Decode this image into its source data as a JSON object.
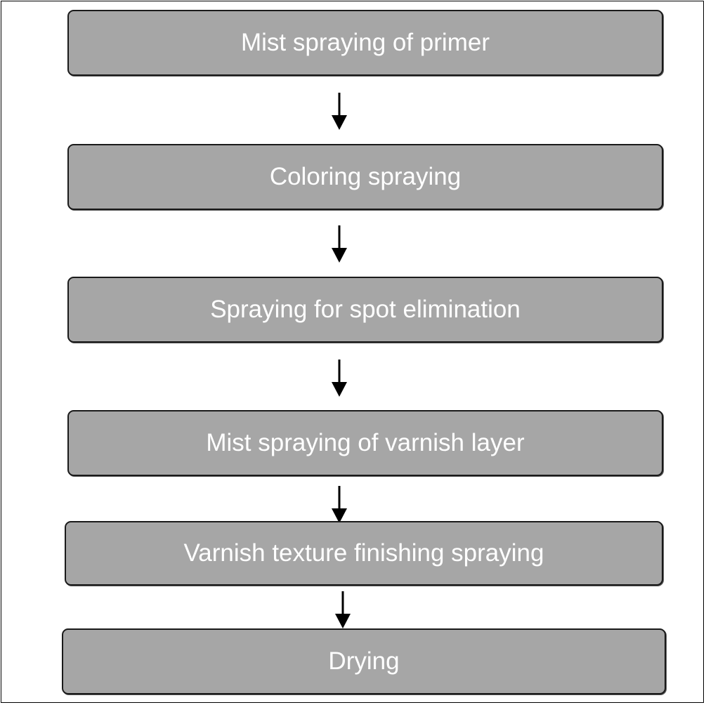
{
  "steps": [
    {
      "label": "Mist spraying of primer"
    },
    {
      "label": "Coloring spraying"
    },
    {
      "label": "Spraying for spot elimination"
    },
    {
      "label": "Mist spraying of varnish layer"
    },
    {
      "label": "Varnish texture finishing spraying"
    },
    {
      "label": "Drying"
    }
  ],
  "colors": {
    "box_fill": "#a6a6a6",
    "box_border": "#1a1a1a",
    "text": "#ffffff",
    "arrow": "#000000"
  }
}
